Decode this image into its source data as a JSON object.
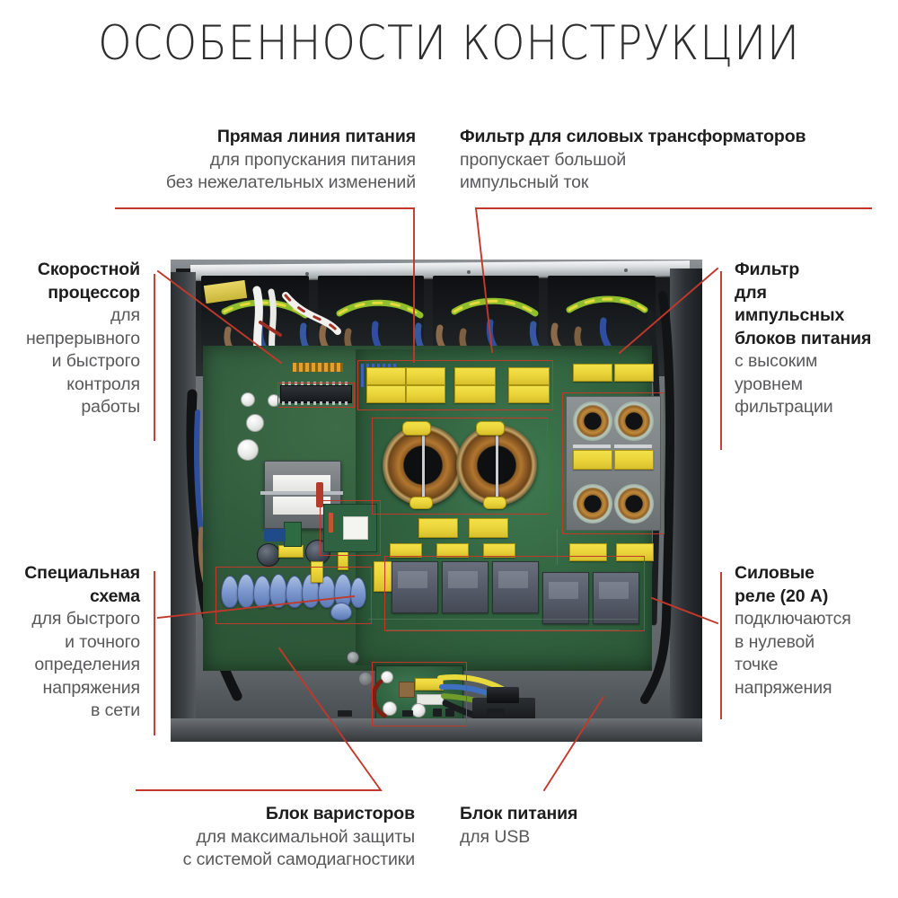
{
  "page": {
    "title": "ОСОБЕННОСТИ КОНСТРУКЦИИ",
    "background_color": "#ffffff",
    "leader_color": "#c0392b",
    "heading_color": "#1d1d1d",
    "body_color": "#58585a"
  },
  "callouts": [
    {
      "id": "direct-power-line",
      "align": "right",
      "heading": "Прямая линия питания",
      "body": [
        "для пропускания питания",
        "без нежелательных изменений"
      ]
    },
    {
      "id": "power-transformer-filter",
      "align": "left",
      "heading": "Фильтр для силовых трансформаторов",
      "body": [
        "пропускает большой",
        "импульсный ток"
      ]
    },
    {
      "id": "high-speed-processor",
      "align": "right",
      "heading": [
        "Скоростной",
        "процессор"
      ],
      "body": [
        "для",
        "непрерывного",
        "и быстрого",
        "контроля",
        "работы"
      ]
    },
    {
      "id": "smps-filter",
      "align": "left",
      "heading": [
        "Фильтр",
        "для",
        "импульсных",
        "блоков питания"
      ],
      "body": [
        "с высоким",
        "уровнем",
        "фильтрации"
      ]
    },
    {
      "id": "special-circuit",
      "align": "right",
      "heading": [
        "Специальная",
        "схема"
      ],
      "body": [
        "для быстрого",
        "и точного",
        "определения",
        "напряжения",
        "в сети"
      ]
    },
    {
      "id": "power-relays",
      "align": "left",
      "heading": [
        "Силовые",
        "реле (20 А)"
      ],
      "body": [
        "подключаются",
        "в нулевой",
        "точке",
        "напряжения"
      ]
    },
    {
      "id": "varistor-block",
      "align": "right",
      "heading": "Блок варисторов",
      "body": [
        "для максимальной защиты",
        "с системой самодиагностики"
      ]
    },
    {
      "id": "usb-power-block",
      "align": "left",
      "heading": "Блок питания",
      "body": [
        "для USB"
      ]
    }
  ],
  "photo": {
    "alt": "Внутреннее устройство стабилизатора напряжения — печатная плата",
    "components": [
      "power-pcb",
      "toroidal-inductors",
      "yellow-film-capacitors",
      "power-relays",
      "varistor-bank",
      "transformer",
      "processor-dip-ic",
      "usb-power-module",
      "output-sockets",
      "wiring-harness"
    ],
    "highlight_color": "#c0392b"
  }
}
